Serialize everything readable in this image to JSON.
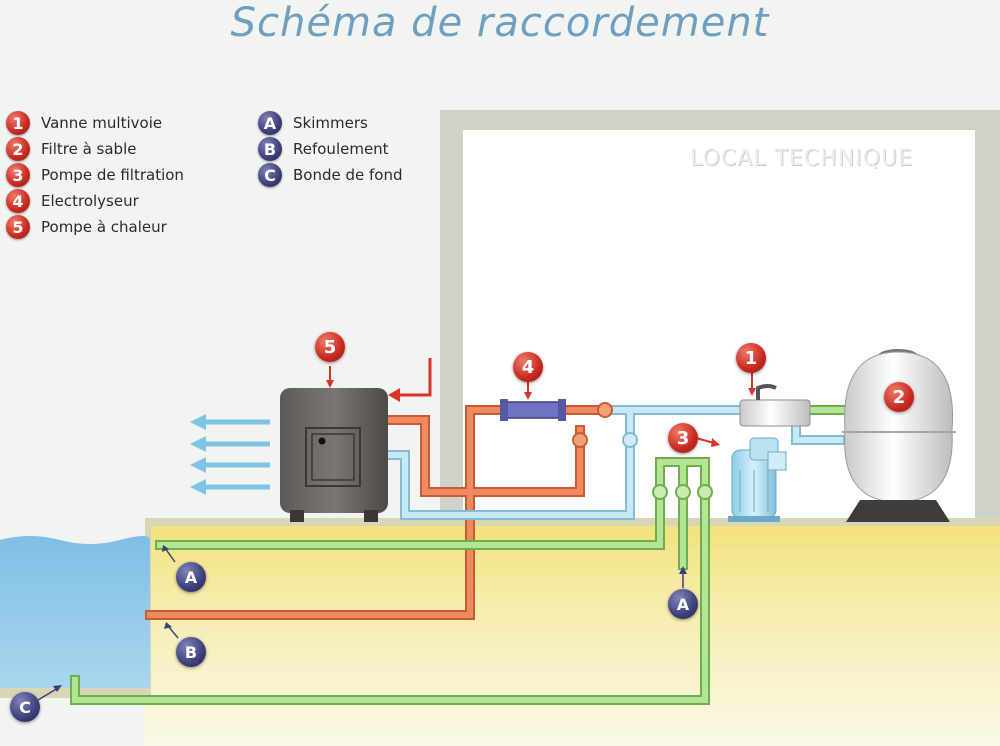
{
  "title": "Schéma de raccordement",
  "legend_numbers": [
    {
      "badge": "1",
      "label": "Vanne multivoie"
    },
    {
      "badge": "2",
      "label": "Filtre à sable"
    },
    {
      "badge": "3",
      "label": "Pompe de filtration"
    },
    {
      "badge": "4",
      "label": "Electrolyseur"
    },
    {
      "badge": "5",
      "label": "Pompe à chaleur"
    }
  ],
  "legend_letters": [
    {
      "badge": "A",
      "label": "Skimmers"
    },
    {
      "badge": "B",
      "label": "Refoulement"
    },
    {
      "badge": "C",
      "label": "Bonde de fond"
    }
  ],
  "room_label": "LOCAL TECHNIQUE",
  "markers": {
    "m1": "1",
    "m2": "2",
    "m3": "3",
    "m4": "4",
    "m5": "5",
    "a1": "A",
    "a2": "A",
    "b1": "B",
    "c1": "C"
  },
  "colors": {
    "red_badge": "#c8281e",
    "blue_badge": "#3d3f7a",
    "hot_pipe": "#e8744a",
    "cold_pipe": "#a9d7ea",
    "suction_pipe": "#9ed77a",
    "pool_water": "#8ec7e6",
    "ground": "#f3e898"
  }
}
